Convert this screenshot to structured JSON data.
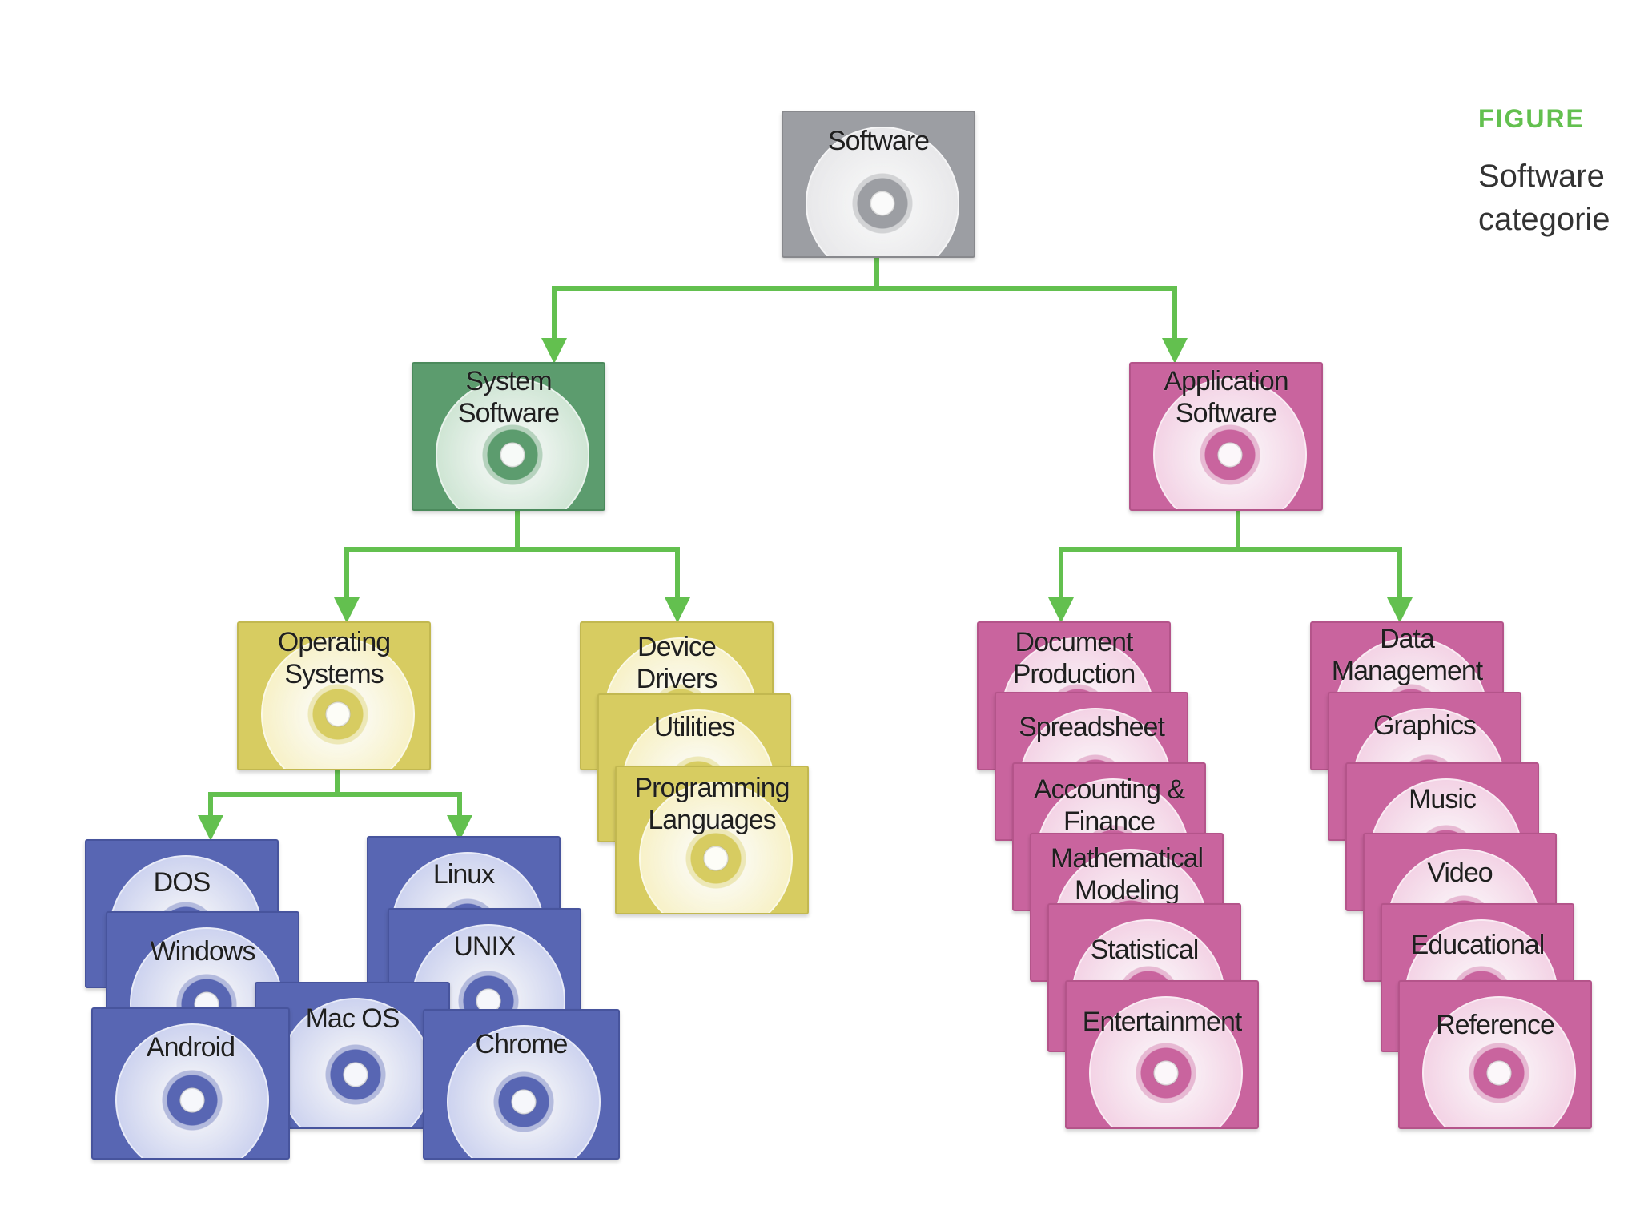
{
  "figure": {
    "label": "FIGURE",
    "caption_lines": [
      "Software",
      "categorie"
    ]
  },
  "nodes": {
    "software": "Software",
    "system_software": "System Software",
    "application_software": "Application Software",
    "operating_systems": "Operating Systems",
    "device_drivers": "Device Drivers",
    "utilities": "Utilities",
    "programming_languages": "Programming Languages",
    "dos": "DOS",
    "windows": "Windows",
    "android": "Android",
    "mac_os": "Mac OS",
    "linux": "Linux",
    "unix": "UNIX",
    "chrome": "Chrome",
    "document_production": "Document Production",
    "spreadsheet": "Spreadsheet",
    "accounting_finance": "Accounting & Finance",
    "mathematical_modeling": "Mathematical Modeling",
    "statistical": "Statistical",
    "entertainment": "Entertainment",
    "data_management": "Data Management",
    "graphics": "Graphics",
    "music": "Music",
    "video": "Video",
    "educational": "Educational",
    "reference": "Reference"
  },
  "colors": {
    "connector": "#63c04f",
    "root": "#9c9ea3",
    "system": "#5c9c6e",
    "application": "#c9649e",
    "system_children": "#d7cc61",
    "operating_system_items": "#5866b3"
  }
}
